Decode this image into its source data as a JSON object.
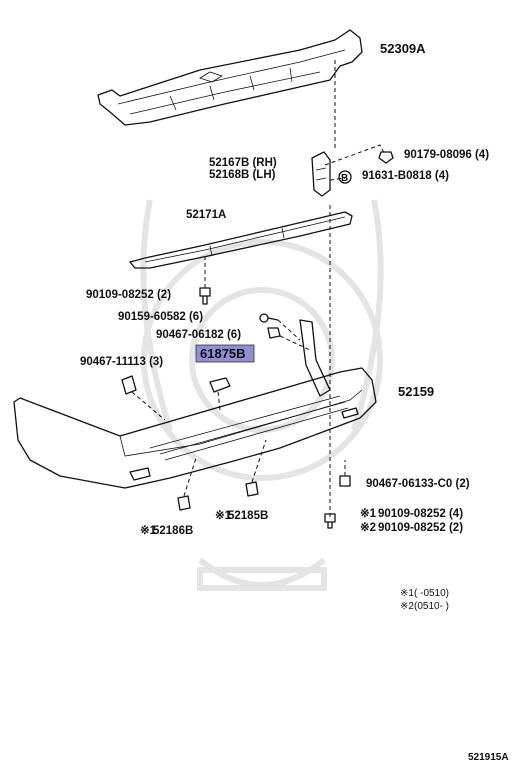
{
  "parts": {
    "p52309A": "52309A",
    "p52167B": "52167B (RH)",
    "p52168B": "52168B (LH)",
    "p90179": "90179-08096 (4)",
    "p91631": "91631-B0818 (4)",
    "p52171A": "52171A",
    "p90109a": "90109-08252 (2)",
    "p90159": "90159-60582 (6)",
    "p90467a": "90467-06182 (6)",
    "p90467b": "90467-11113 (3)",
    "p61875B": "61875B",
    "p52159": "52159",
    "p90467c": "90467-06133-C0 (2)",
    "p52185B": "52185B",
    "p52186B": "52186B",
    "p90109b": "90109-08252 (4)",
    "p90109c": "90109-08252 (2)"
  },
  "marks": {
    "m1": "※1",
    "m2": "※2"
  },
  "legend": {
    "l1_mark": "※1",
    "l1_range": "(      -0510)",
    "l2_mark": "※2",
    "l2_range": "(0510-      )"
  },
  "diagram_id": "521915A",
  "colors": {
    "highlight": "#8f8fd6",
    "watermark": "#e4e4e4"
  }
}
